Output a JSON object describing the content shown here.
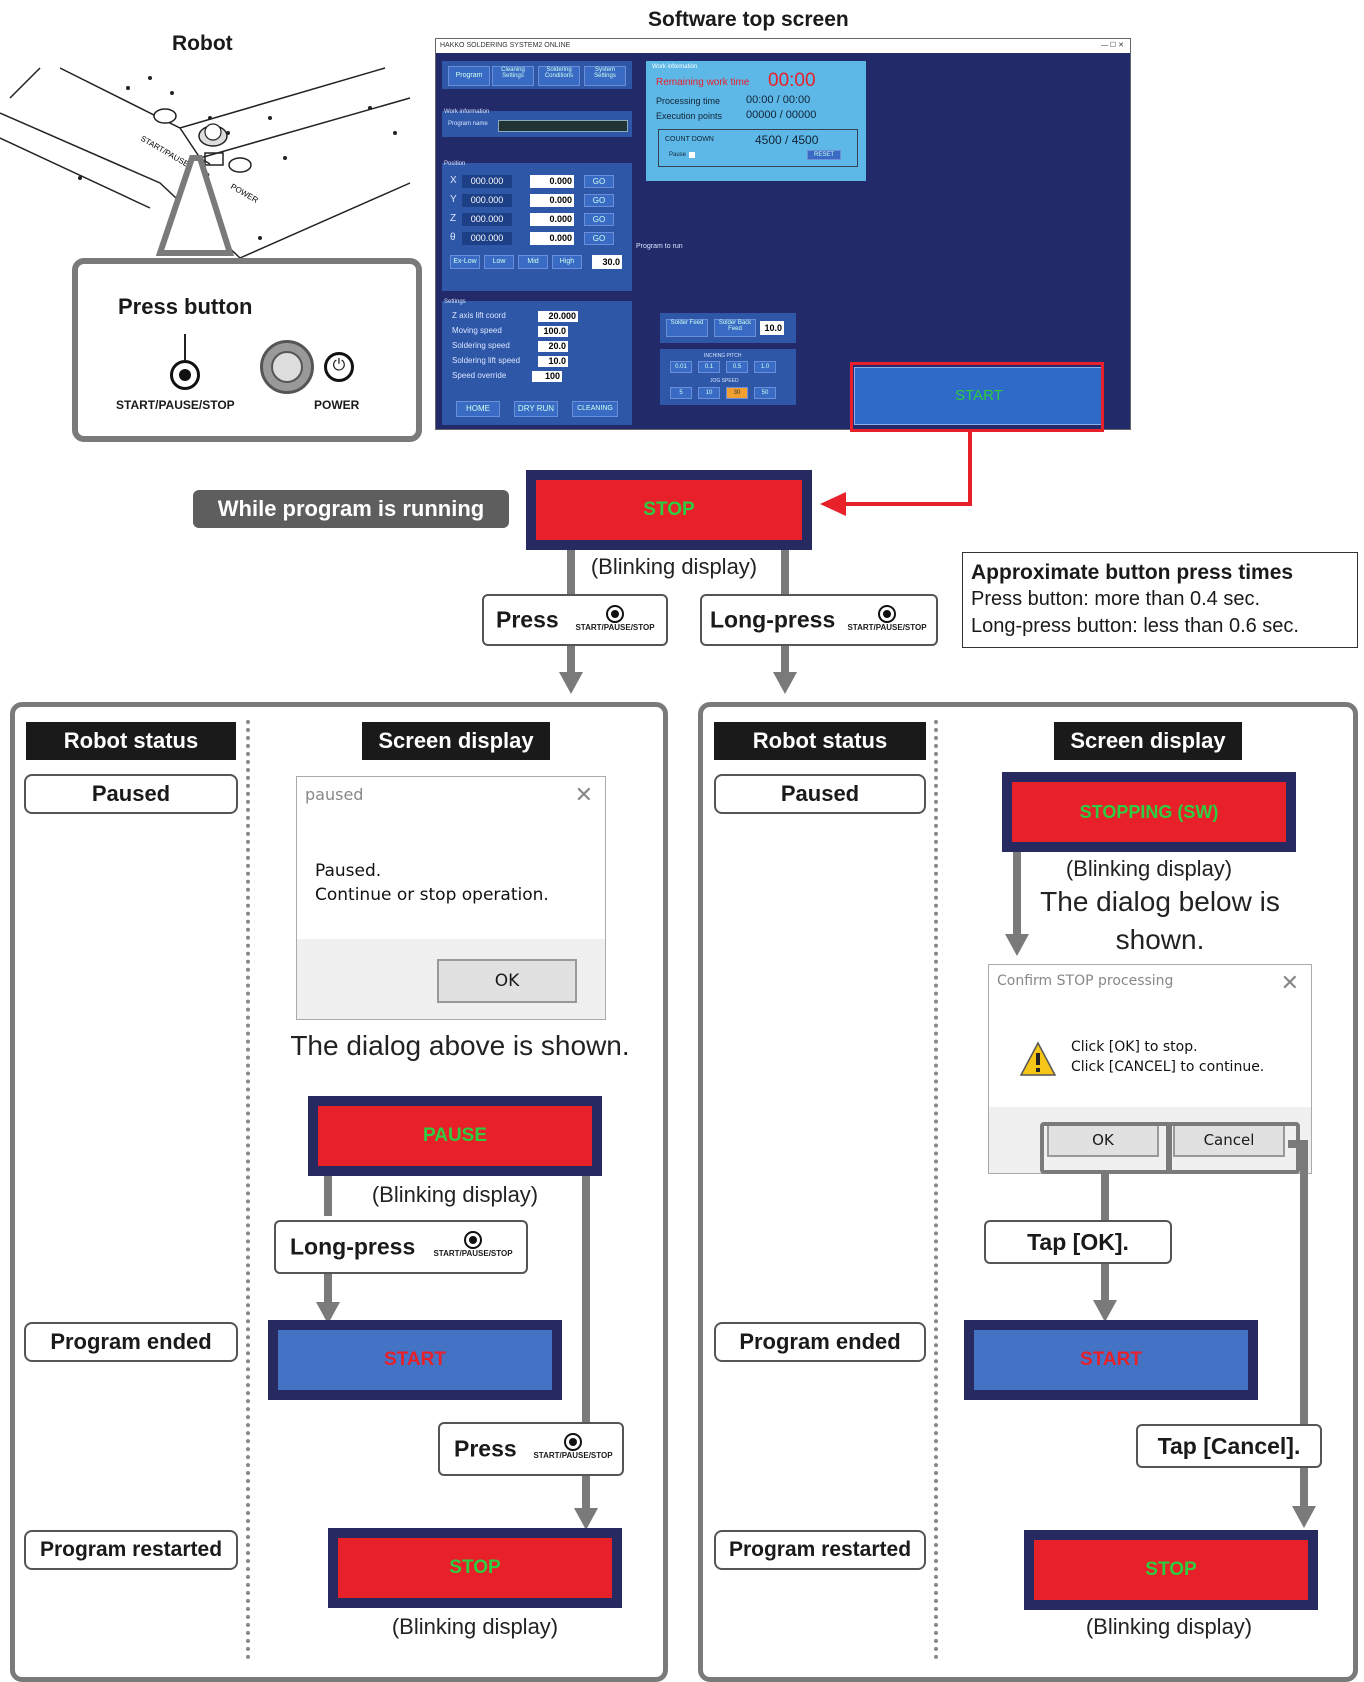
{
  "robot": {
    "title": "Robot",
    "callout_title": "Press button",
    "button_label": "START/PAUSE/STOP",
    "power_label": "POWER",
    "edge_text_1": "START/PAUSE/STOP",
    "edge_text_2": "POWER"
  },
  "software": {
    "title": "Software top screen",
    "window_title": "HAKKO SOLDERING SYSTEM2 ONLINE",
    "tabs": [
      "Program",
      "Cleaning Settings",
      "Soldering Conditions",
      "System Settings"
    ],
    "work_info_label": "Work information",
    "program_name_label": "Program name",
    "position_label": "Position",
    "axes": [
      {
        "axis": "X",
        "value": "000.000",
        "offset": "0.000",
        "go": "GO"
      },
      {
        "axis": "Y",
        "value": "000.000",
        "offset": "0.000",
        "go": "GO"
      },
      {
        "axis": "Z",
        "value": "000.000",
        "offset": "0.000",
        "go": "GO"
      },
      {
        "axis": "θ",
        "value": "000.000",
        "offset": "0.000",
        "go": "GO"
      }
    ],
    "speed_buttons": [
      "Ex-Low",
      "Low",
      "Mid",
      "High"
    ],
    "speed_value": "30.0",
    "settings_label": "Settings",
    "settings": [
      {
        "label": "Z axis lift coord",
        "value": "20.000"
      },
      {
        "label": "Moving speed",
        "value": "100.0"
      },
      {
        "label": "Soldering speed",
        "value": "20.0"
      },
      {
        "label": "Soldering lift speed",
        "value": "10.0"
      },
      {
        "label": "Speed override",
        "value": "100"
      }
    ],
    "bottom_buttons": [
      "HOME",
      "DRY RUN",
      "CLEANING"
    ],
    "info": {
      "header": "Work information",
      "remaining_label": "Remaining work time",
      "remaining_value": "00:00",
      "processing_label": "Processing time",
      "processing_value": "00:00 / 00:00",
      "execution_label": "Execution points",
      "execution_value": "00000 / 00000",
      "countdown_label": "COUNT DOWN",
      "countdown_value": "4500 / 4500",
      "pause_label": "Pause",
      "reset_label": "RESET"
    },
    "program_to_run": "Program to run",
    "solder_feed": "Solder Feed",
    "solder_back_feed": "Solder Back Feed",
    "feed_value": "10.0",
    "inching_label": "INCHING PITCH",
    "inching": [
      "0.01",
      "0.1",
      "0.5",
      "1.0"
    ],
    "jog_label": "JOG SPEED",
    "jog": [
      "5",
      "10",
      "30",
      "50"
    ],
    "start_label": "START"
  },
  "main": {
    "running_label": "While program is running",
    "stop_label": "STOP",
    "blinking": "(Blinking display)",
    "press": "Press",
    "long_press": "Long-press",
    "button_symbol": "START/PAUSE/STOP"
  },
  "press_times": {
    "title": "Approximate button press times",
    "line1": "Press button: more than 0.4 sec.",
    "line2": "Long-press button: less than 0.6 sec."
  },
  "left_panel": {
    "robot_status": "Robot status",
    "screen_display": "Screen display",
    "paused": "Paused",
    "dialog_title": "paused",
    "dialog_line1": "Paused.",
    "dialog_line2": "Continue or stop operation.",
    "dialog_ok": "OK",
    "dialog_caption": "The dialog above is shown.",
    "pause_label": "PAUSE",
    "blinking": "(Blinking display)",
    "long_press": "Long-press",
    "program_ended": "Program ended",
    "start_label": "START",
    "press": "Press",
    "program_restarted": "Program restarted",
    "stop_label": "STOP",
    "blinking2": "(Blinking display)"
  },
  "right_panel": {
    "robot_status": "Robot status",
    "screen_display": "Screen display",
    "paused": "Paused",
    "stopping_label": "STOPPING (SW)",
    "blinking": "(Blinking display)",
    "dialog_caption_1": "The dialog below is",
    "dialog_caption_2": "shown.",
    "dialog_title": "Confirm STOP processing",
    "dialog_line1": "Click [OK] to stop.",
    "dialog_line2": "Click [CANCEL] to continue.",
    "ok": "OK",
    "cancel": "Cancel",
    "tap_ok": "Tap [OK].",
    "program_ended": "Program ended",
    "start_label": "START",
    "tap_cancel": "Tap [Cancel].",
    "program_restarted": "Program restarted",
    "stop_label": "STOP",
    "blinking2": "(Blinking display)"
  },
  "colors": {
    "stop_red": "#e8202a",
    "text_green": "#2ecc40",
    "frame_navy": "#262a60",
    "start_blue": "#4472c4",
    "arrow_gray": "#7a7a7a"
  }
}
